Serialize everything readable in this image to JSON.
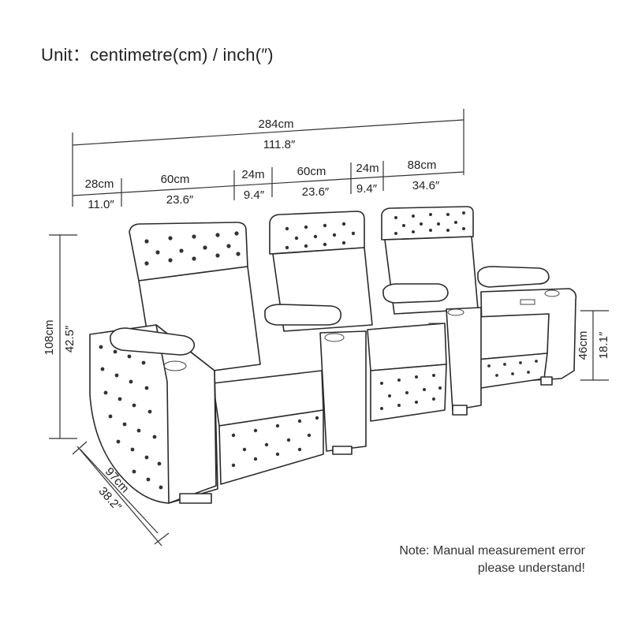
{
  "header": {
    "unit_label": "Unit：centimetre(cm) / inch(″)"
  },
  "dimensions": {
    "total_width": {
      "cm": "284cm",
      "in": "111.8″"
    },
    "segments": [
      {
        "cm": "28cm",
        "in": "11.0″"
      },
      {
        "cm": "60cm",
        "in": "23.6″"
      },
      {
        "cm": "24m",
        "in": "9.4″"
      },
      {
        "cm": "60cm",
        "in": "23.6″"
      },
      {
        "cm": "24m",
        "in": "9.4″"
      },
      {
        "cm": "88cm",
        "in": "34.6″"
      }
    ],
    "height": {
      "cm": "108cm",
      "in": "42.5″"
    },
    "seat_height": {
      "cm": "46cm",
      "in": "18.1″"
    },
    "depth": {
      "cm": "97cm",
      "in": "38.2″"
    }
  },
  "note": {
    "line1": "Note: Manual measurement error",
    "line2": "please understand!"
  },
  "colors": {
    "line": "#2a2a2a",
    "text": "#222222",
    "background": "#ffffff"
  }
}
